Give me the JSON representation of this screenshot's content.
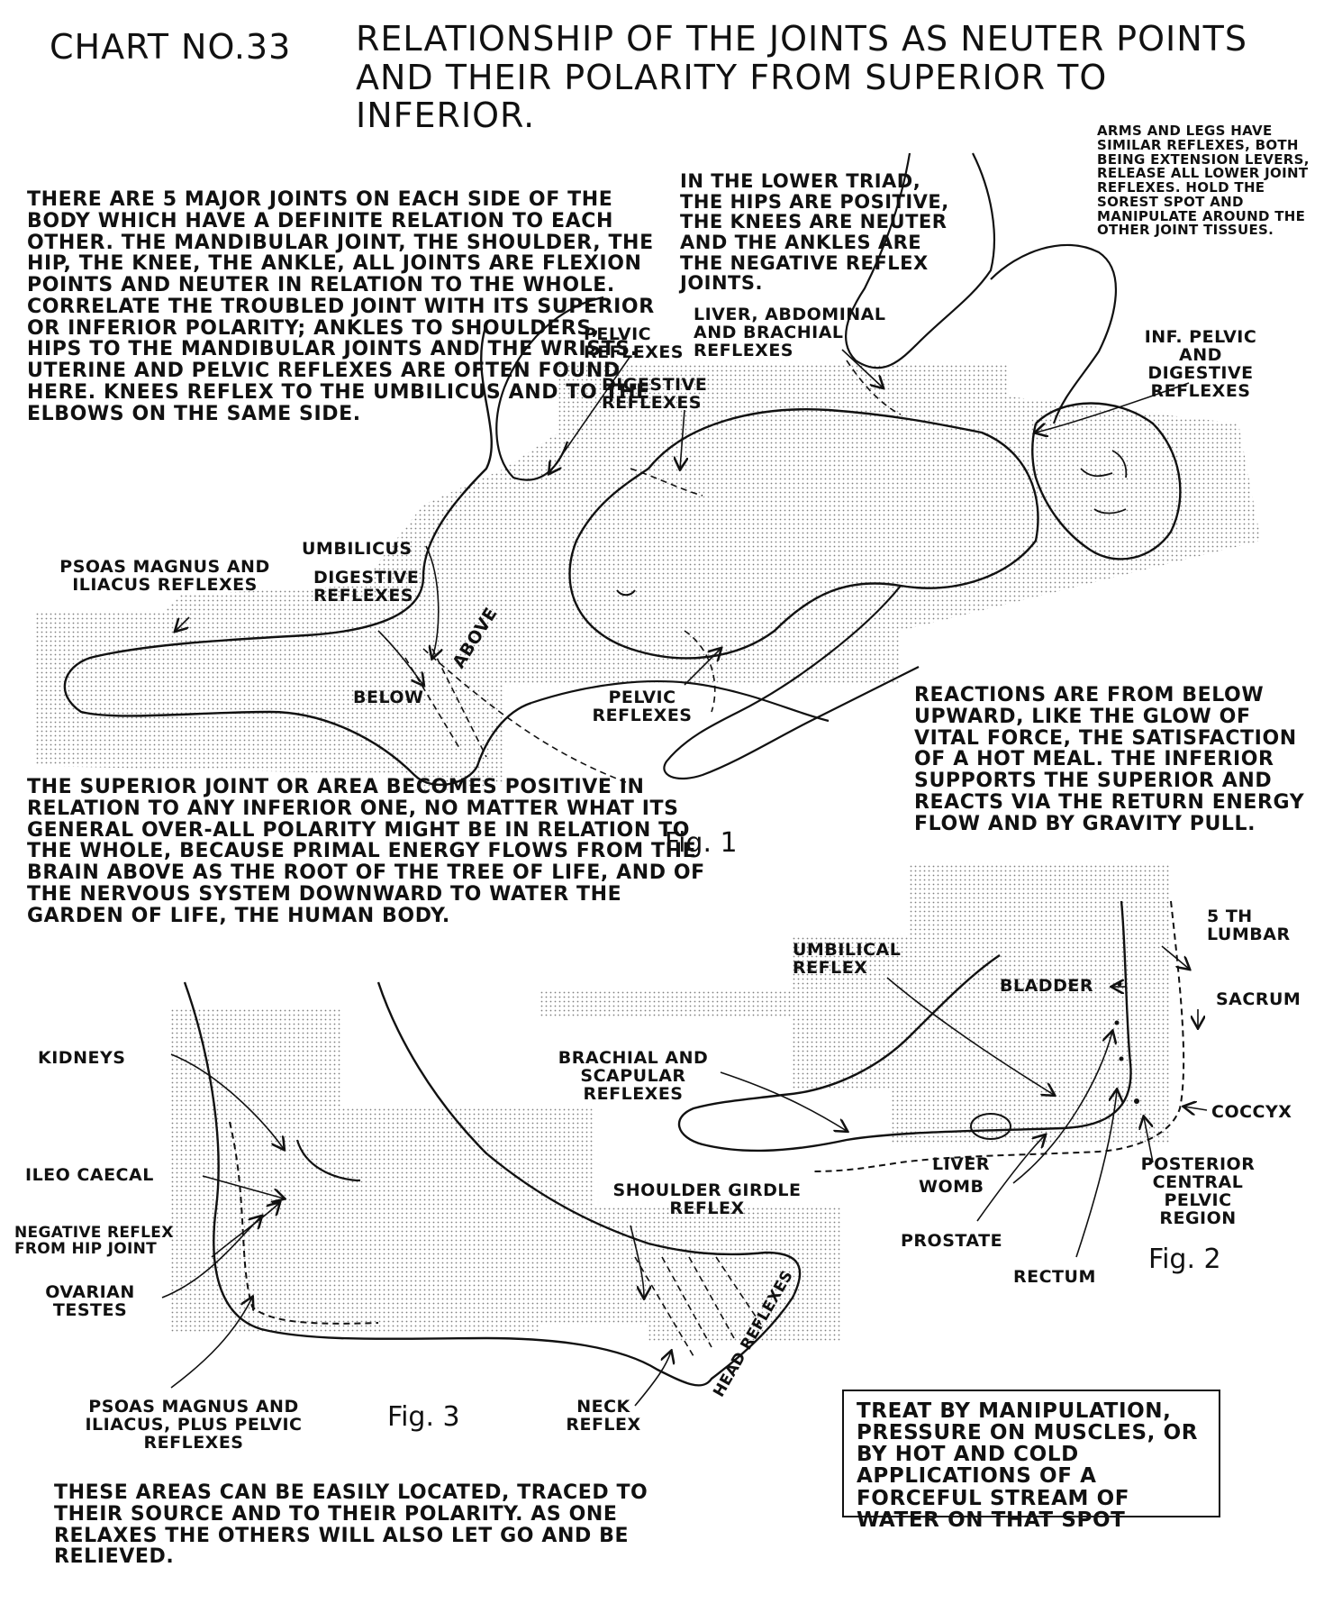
{
  "header": {
    "chart_number": "CHART NO.33",
    "title": "RELATIONSHIP OF THE JOINTS AS NEUTER POINTS AND THEIR POLARITY FROM SUPERIOR TO INFERIOR."
  },
  "paragraphs": {
    "major_joints": "THERE ARE 5 MAJOR JOINTS ON EACH SIDE OF THE BODY WHICH HAVE A DEFINITE RELATION TO EACH OTHER. THE MANDIBULAR JOINT, THE SHOULDER, THE HIP, THE KNEE, THE ANKLE, ALL JOINTS ARE FLEXION POINTS AND NEUTER IN RELATION TO THE WHOLE. CORRELATE THE TROUBLED JOINT WITH ITS SUPERIOR OR INFERIOR POLARITY; ANKLES TO SHOULDERS, HIPS TO THE MANDIBULAR JOINTS AND THE WRISTS. UTERINE AND PELVIC REFLEXES ARE OFTEN FOUND HERE. KNEES REFLEX TO THE UMBILICUS AND TO THE ELBOWS ON THE SAME SIDE.",
    "lower_triad": "IN THE LOWER TRIAD, THE HIPS ARE POSITIVE, THE KNEES ARE NEUTER AND THE ANKLES ARE THE NEGATIVE REFLEX JOINTS.",
    "arms_legs": "ARMS AND LEGS HAVE SIMILAR REFLEXES, BOTH BEING EXTENSION LEVERS, RELEASE ALL LOWER JOINT REFLEXES. HOLD THE SOREST SPOT AND MANIPULATE AROUND THE OTHER JOINT TISSUES.",
    "reactions": "REACTIONS ARE FROM BELOW UPWARD, LIKE THE GLOW OF VITAL FORCE, THE SATISFACTION OF A HOT MEAL. THE INFERIOR SUPPORTS THE SUPERIOR AND REACTS VIA THE RETURN ENERGY FLOW AND BY GRAVITY PULL.",
    "superior_joint": "THE SUPERIOR JOINT OR AREA BECOMES POSITIVE IN RELATION TO ANY INFERIOR ONE, NO MATTER WHAT ITS GENERAL OVER-ALL POLARITY MIGHT BE IN RELATION TO THE WHOLE, BECAUSE PRIMAL ENERGY FLOWS FROM THE BRAIN ABOVE AS THE ROOT OF THE TREE OF LIFE, AND OF THE NERVOUS SYSTEM DOWNWARD TO WATER THE GARDEN OF LIFE, THE HUMAN BODY.",
    "these_areas": "THESE AREAS CAN BE EASILY LOCATED, TRACED TO THEIR SOURCE AND TO THEIR POLARITY. AS ONE RELAXES THE OTHERS WILL ALSO LET GO AND BE RELIEVED.",
    "treat_box": "TREAT BY MANIPULATION, PRESSURE ON MUSCLES, OR BY HOT AND COLD APPLICATIONS OF A FORCEFUL STREAM OF WATER ON THAT SPOT"
  },
  "fig1": {
    "caption": "Fig. 1",
    "labels": {
      "pelvic_reflexes_top": "PELVIC REFLEXES",
      "liver_abdominal": "LIVER, ABDOMINAL AND BRACHIAL REFLEXES",
      "inf_pelvic": "INF. PELVIC AND DIGESTIVE REFLEXES",
      "digestive_top": "DIGESTIVE REFLEXES",
      "umbilicus": "UMBILICUS",
      "digestive_mid": "DIGESTIVE REFLEXES",
      "psoas": "PSOAS MAGNUS AND ILIACUS REFLEXES",
      "below": "BELOW",
      "above": "ABOVE",
      "pelvic_reflexes_bottom": "PELVIC REFLEXES"
    }
  },
  "fig2": {
    "caption": "Fig. 2",
    "labels": {
      "fifth_lumbar": "5 TH LUMBAR",
      "sacrum": "SACRUM",
      "coccyx": "COCCYX",
      "bladder": "BLADDER",
      "umbilical": "UMBILICAL REFLEX",
      "brachial_scapular": "BRACHIAL AND SCAPULAR REFLEXES",
      "liver": "LIVER",
      "womb": "WOMB",
      "prostate": "PROSTATE",
      "rectum": "RECTUM",
      "posterior": "POSTERIOR CENTRAL PELVIC REGION"
    }
  },
  "fig3": {
    "caption": "Fig. 3",
    "labels": {
      "kidneys": "KIDNEYS",
      "ileo_caecal": "ILEO CAECAL",
      "negative_reflex": "NEGATIVE REFLEX FROM HIP JOINT",
      "ovarian": "OVARIAN TESTES",
      "psoas": "PSOAS MAGNUS AND ILIACUS, PLUS PELVIC REFLEXES",
      "shoulder_girdle": "SHOULDER GIRDLE REFLEX",
      "head_reflexes": "HEAD REFLEXES",
      "neck_reflex": "NECK REFLEX"
    }
  }
}
